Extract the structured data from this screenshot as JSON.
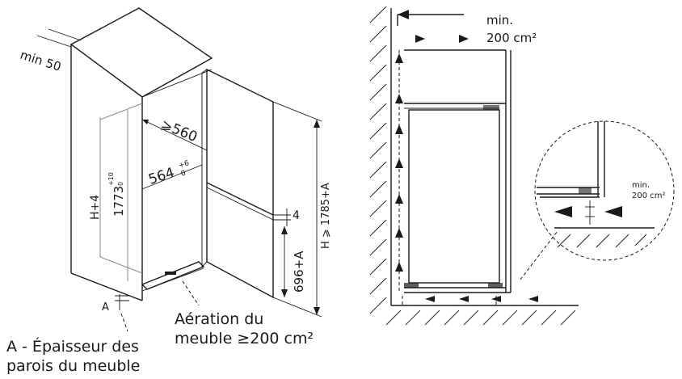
{
  "left_figure": {
    "label_min50": "min 50",
    "label_depth": "⩾560",
    "label_width": "564",
    "label_width_tol": "+6",
    "label_width_tol2": "0",
    "label_niche_height": "1773",
    "label_niche_height_tol": "+10",
    "label_niche_height_tol2": "0",
    "label_h4": "H+4",
    "label_total": "H ⩾ 1785+A",
    "label_gap": "4",
    "label_lower": "696+A",
    "label_a": "A",
    "caption_ventilation_line1": "Aération du",
    "caption_ventilation_line2": "meuble ≥200 cm²",
    "caption_a_line1": "A - Épaisseur des",
    "caption_a_line2": "parois du meuble"
  },
  "right_figure": {
    "label_min_top_line1": "min.",
    "label_min_top_line2": "200 cm²",
    "label_min_detail_line1": "min.",
    "label_min_detail_line2": "200 cm²"
  }
}
